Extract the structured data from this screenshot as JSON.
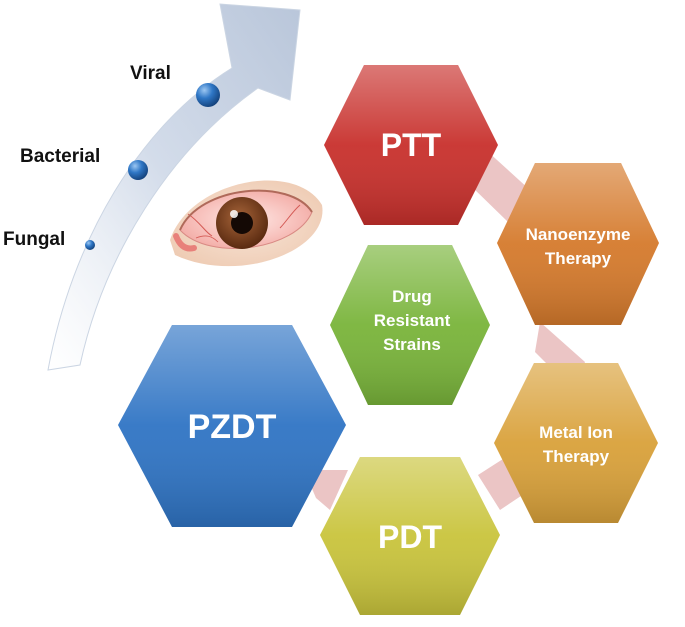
{
  "pathogen_progression": {
    "labels": [
      "Fungal",
      "Bacterial",
      "Viral"
    ],
    "arrow_color": "#c9d4e5",
    "dot_color": "#2a6db8"
  },
  "illustration": {
    "subject": "inflamed-red-eye",
    "iris_color": "#6e3a1c",
    "sclera_color": "#f4c7c3"
  },
  "center_hex": {
    "lines": [
      "Drug",
      "Resistant",
      "Strains"
    ],
    "color": "#79b43a"
  },
  "therapies": {
    "ptt": {
      "lines": [
        "PTT"
      ],
      "color": "#c8302c"
    },
    "nanoenzyme": {
      "lines": [
        "Nanoenzyme",
        "Therapy"
      ],
      "color": "#d57a2c"
    },
    "metal_ion": {
      "lines": [
        "Metal Ion",
        "Therapy"
      ],
      "color": "#d9a13a"
    },
    "pdt": {
      "lines": [
        "PDT"
      ],
      "color": "#c9c43c"
    },
    "pzdt": {
      "lines": [
        "PZDT"
      ],
      "color": "#2f74c4"
    }
  },
  "connector_color": "#ebc5c5"
}
